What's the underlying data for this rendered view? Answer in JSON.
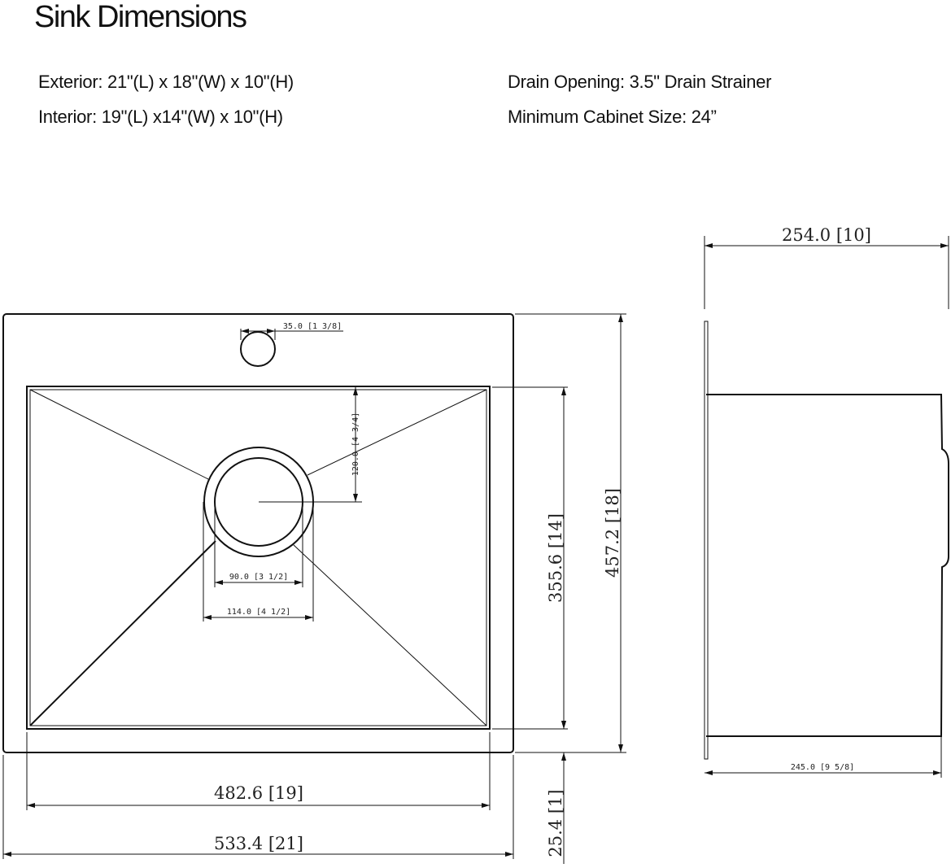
{
  "title": "Sink Dimensions",
  "specs": {
    "exterior": "Exterior: 21\"(L) x 18\"(W) x 10\"(H)",
    "interior": "Interior: 19\"(L) x14\"(W) x 10\"(H)",
    "drain": "Drain Opening: 3.5\" Drain Strainer",
    "cabinet": "Minimum Cabinet Size: 24”"
  },
  "dimensions": {
    "faucet_hole": "35.0 [1 3/8]",
    "drain_offset": "120.0 [4 3/4]",
    "drain_inner": "90.0 [3 1/2]",
    "drain_outer": "114.0 [4 1/2]",
    "bowl_width": "355.6 [14]",
    "overall_width": "457.2 [18]",
    "rim": "25.4 [1]",
    "bowl_length": "482.6 [19]",
    "overall_length": "533.4 [21]",
    "depth": "254.0 [10]",
    "bowl_depth": "245.0 [9 5/8]"
  }
}
